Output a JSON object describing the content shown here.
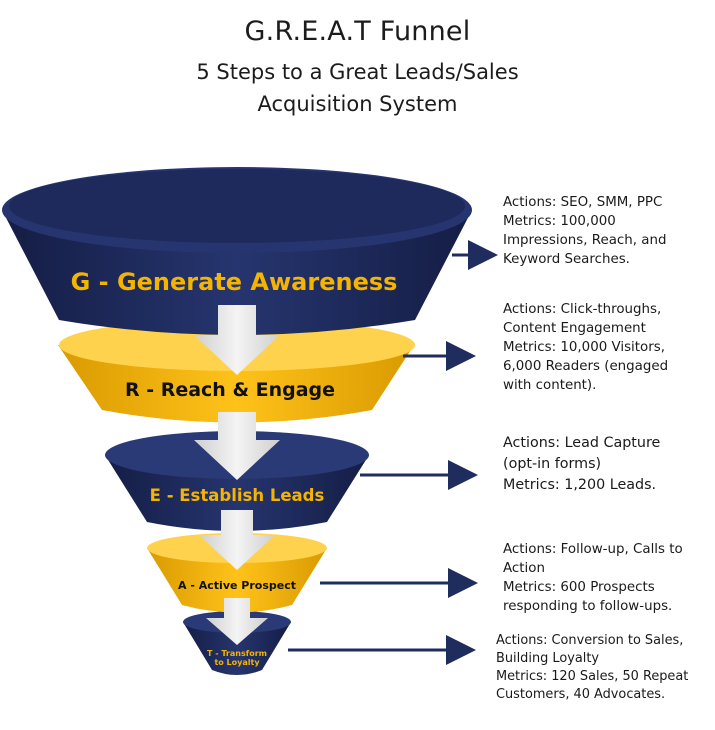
{
  "header": {
    "title": "G.R.E.A.T Funnel",
    "subtitle_line1": "5 Steps to a Great Leads/Sales",
    "subtitle_line2": "Acquisition System"
  },
  "colors": {
    "navy": "#1f2c5e",
    "navy_dark": "#15204a",
    "gold": "#f5b400",
    "gold_dark": "#c98e00",
    "arrow": "#e6e6e6",
    "connector": "#1f2c5e"
  },
  "stages": [
    {
      "label": "G - Generate Awareness",
      "notes": [
        "Actions: SEO, SMM, PPC",
        "Metrics: 100,000",
        "Impressions, Reach, and",
        "Keyword Searches."
      ]
    },
    {
      "label": "R - Reach & Engage",
      "notes": [
        "Actions: Click-throughs,",
        "Content Engagement",
        "Metrics: 10,000 Visitors,",
        "6,000 Readers (engaged",
        "with content)."
      ]
    },
    {
      "label": "E - Establish Leads",
      "notes": [
        "Actions: Lead Capture",
        "(opt-in forms)",
        "Metrics: 1,200 Leads."
      ]
    },
    {
      "label": "A - Active Prospect",
      "notes": [
        "Actions: Follow-up, Calls to",
        "Action",
        "Metrics: 600 Prospects",
        "responding to follow-ups."
      ]
    },
    {
      "label_line1": "T - Transform",
      "label_line2": "to Loyalty",
      "notes": [
        "Actions: Conversion to Sales,",
        "Building Loyalty",
        "Metrics: 120 Sales, 50 Repeat",
        "Customers, 40 Advocates."
      ]
    }
  ]
}
